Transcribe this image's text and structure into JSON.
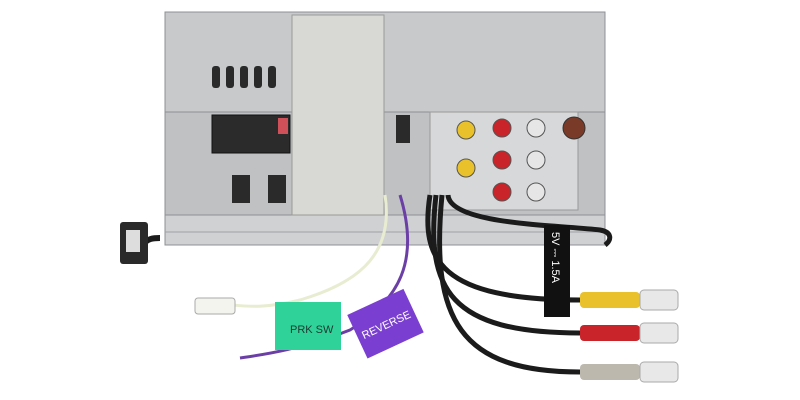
{
  "labels": {
    "parking_switch_tag": "PRK SW",
    "reverse_tag": "REVERSE",
    "usb_power_tag": "5V ⎓ 1.5A"
  },
  "colors": {
    "chassis": "#c9cbcd",
    "heatsink": "#d6d6d4",
    "parking_tag": "#2fd39a",
    "reverse_tag": "#7a3fd0",
    "rca_yellow": "#e9c12a",
    "rca_red": "#c8242a",
    "rca_gray": "#bdb8ae",
    "cable": "#1b1b1b"
  }
}
